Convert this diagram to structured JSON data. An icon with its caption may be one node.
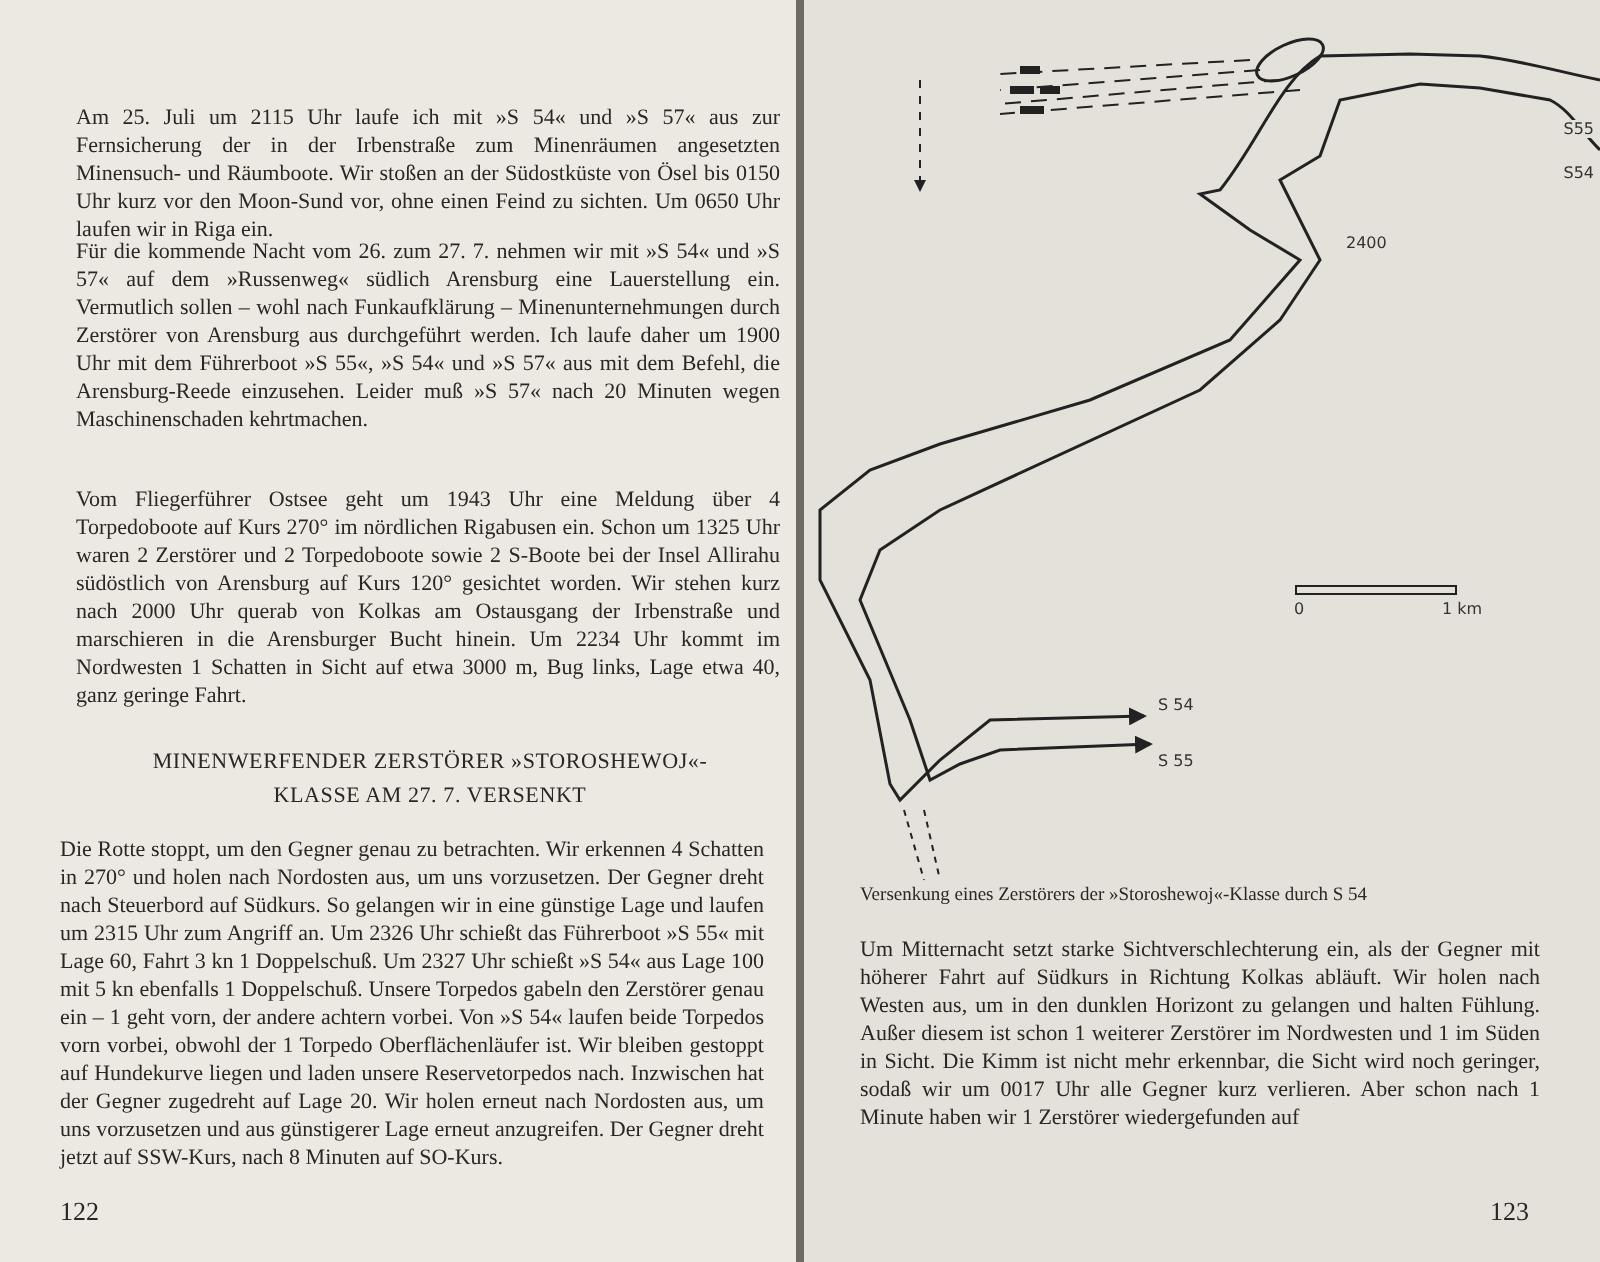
{
  "diagram": {
    "caption": "Versenkung eines Zerstörers der »Storoshewoj«-Klasse durch S 54",
    "labels": [
      "Am 25. Juli um 2115 Uhr laufe ich mit »S 54« und »S 57« aus zur Fernsicherung der in der Irbenstraße zum Minenräumen angesetzten Minensuch- und Räumboote. Wir stoßen an der Südostküste von Ösel bis 0150 Uhr kurz vor den Moon-Sund vor, ohne einen Feind zu sichten. Um 0650 Uhr laufen wir in Riga ein.",
      "Für die kommende Nacht vom 26. zum 27. 7. nehmen wir mit »S 54« und »S 57« auf dem »Russenweg« südlich Arensburg eine Lauerstellung ein. Vermutlich sollen – wohl nach Funkaufklärung – Minenunternehmungen durch Zerstörer von Arensburg aus durchgeführt werden. Ich laufe daher um 1900 Uhr mit dem Führerboot »S 55«, »S 54« und »S 57« aus mit dem Befehl, die Arensburg-Reede einzusehen. Leider muß »S 57« nach 20 Minuten wegen Maschinenschaden kehrtmachen.",
      "Vom Fliegerführer Ostsee geht um 1943 Uhr eine Meldung über 4 Torpedoboote auf Kurs 270° im nördlichen Rigabusen ein. Schon um 1325 Uhr waren 2 Zerstörer und 2 Torpedoboote sowie 2 S-Boote bei der Insel Allirahu südöstlich von Arensburg auf Kurs 120° gesichtet worden. Wir stehen kurz nach 2000 Uhr querab von Kolkas am Ostausgang der Irbenstraße und marschieren in die Arensburger Bucht hinein. Um 2234 Uhr kommt im Nordwesten 1 Schatten in Sicht auf etwa 3000 m, Bug links, Lage etwa 40, ganz geringe Fahrt.",
      "MINENWERFENDER ZERSTÖRER »STOROSHEWOJ«-KLASSE AM 27. 7. VERSENKT",
      "Die Rotte stoppt, um den Gegner genau zu betrachten. Wir erkennen 4 Schatten in 270° und holen nach Nordosten aus, um uns vorzusetzen. Der Gegner dreht nach Steuerbord auf Südkurs. So gelangen wir in eine günstige Lage und laufen um 2315 Uhr zum Angriff an. Um 2326 Uhr schießt das Führerboot »S 55« mit Lage 60, Fahrt 3 kn 1 Doppelschuß. Um 2327 Uhr schießt »S 54« aus Lage 100 mit 5 kn ebenfalls 1 Doppelschuß. Unsere Torpedos gabeln den Zerstörer genau ein – 1 geht vorn, der andere achtern vorbei. Von »S 54« laufen beide Torpedos vorn vorbei, obwohl der 1 Torpedo Oberflächenläufer ist. Wir bleiben gestoppt auf Hundekurve liegen und laden unsere Reservetorpedos nach. Inzwischen hat der Gegner zugedreht auf Lage 20. Wir holen erneut nach Nordosten aus, um uns vorzusetzen und aus günstigerer Lage erneut anzugreifen. Der Gegner dreht jetzt auf SSW-Kurs, nach 8 Minuten auf SO-Kurs.",
      "122",
      "S55",
      "S54",
      "2400",
      "S 54",
      "S 55",
      "0",
      "1 km",
      "Um Mitternacht setzt starke Sichtverschlechterung ein, als der Gegner mit höherer Fahrt auf Südkurs in Richtung Kolkas abläuft. Wir holen nach Westen aus, um in den dunklen Horizont zu gelangen und halten Fühlung. Außer diesem ist schon 1 weiterer Zerstörer im Nordwesten und 1 im Süden in Sicht. Die Kimm ist nicht mehr erkennbar, die Sicht wird noch geringer, sodaß wir um 0017 Uhr alle Gegner kurz verlieren. Aber schon nach 1 Minute haben wir 1 Zerstörer wiedergefunden auf",
      "123"
    ]
  }
}
